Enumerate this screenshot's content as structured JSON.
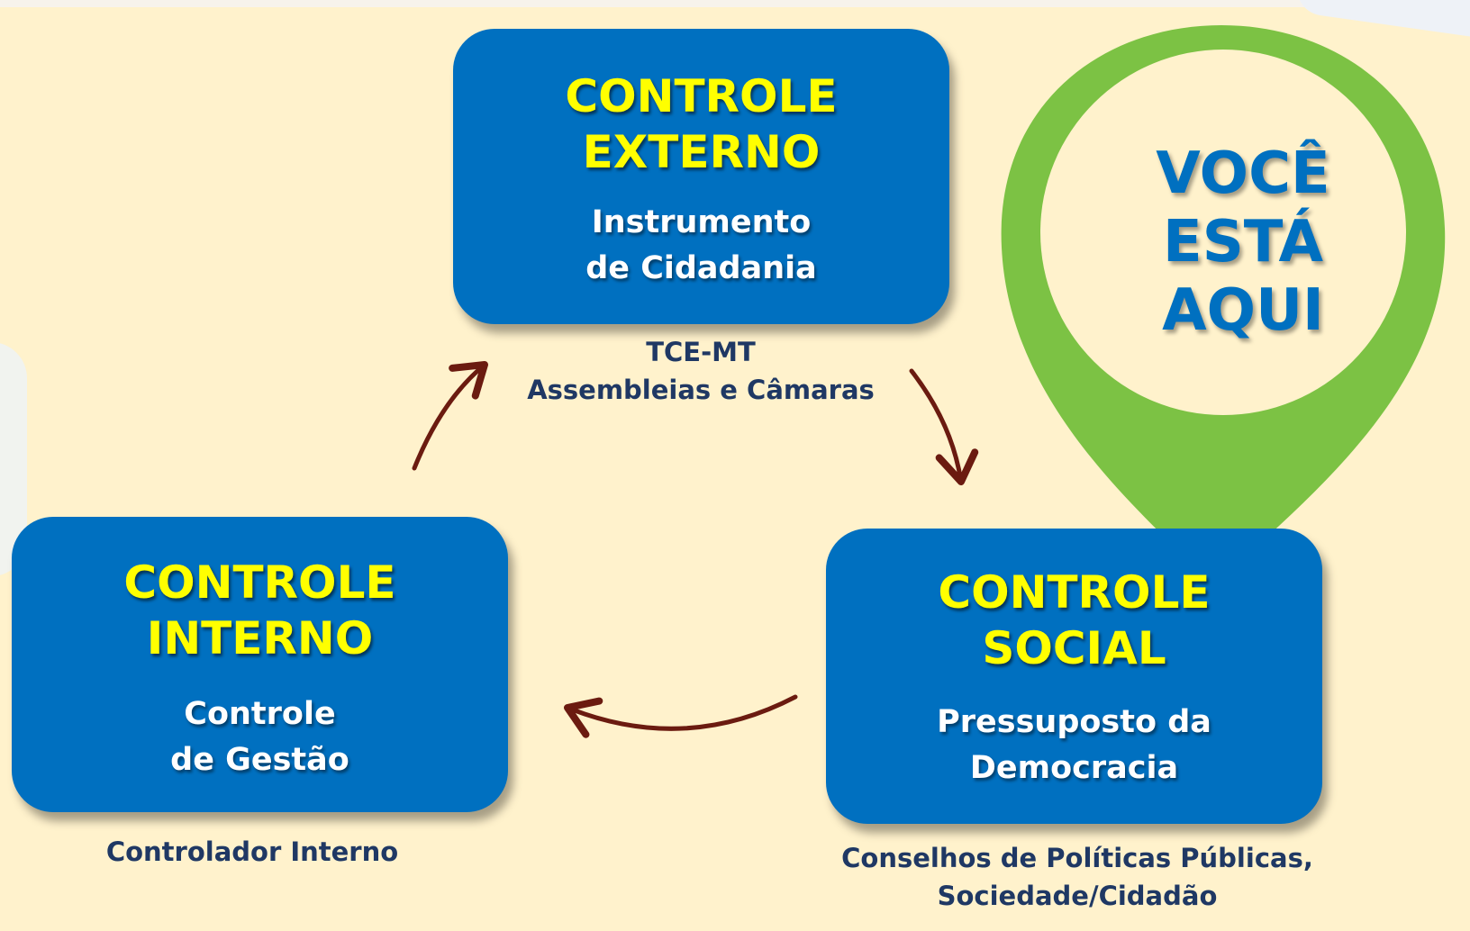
{
  "colors": {
    "background": "#fff2cc",
    "box_fill": "#0070c0",
    "title_text": "#ffff00",
    "note_text": "#1f3864",
    "arrow": "#6b1b10",
    "pin_fill": "#7cc244",
    "pin_inner": "#fff2cc"
  },
  "external": {
    "title": "CONTROLE\nEXTERNO",
    "subtitle": "Instrumento\nde Cidadania",
    "note": "TCE-MT\nAssembleias e Câmaras"
  },
  "internal": {
    "title": "CONTROLE\nINTERNO",
    "subtitle": "Controle\nde Gestão",
    "note": "Controlador Interno"
  },
  "social": {
    "title": "CONTROLE\nSOCIAL",
    "subtitle": "Pressuposto da\nDemocracia",
    "note": "Conselhos de Políticas Públicas,\nSociedade/Cidadão"
  },
  "pin": {
    "icon": "location-pin-icon",
    "text": "VOCÊ\nESTÁ\nAQUI"
  }
}
